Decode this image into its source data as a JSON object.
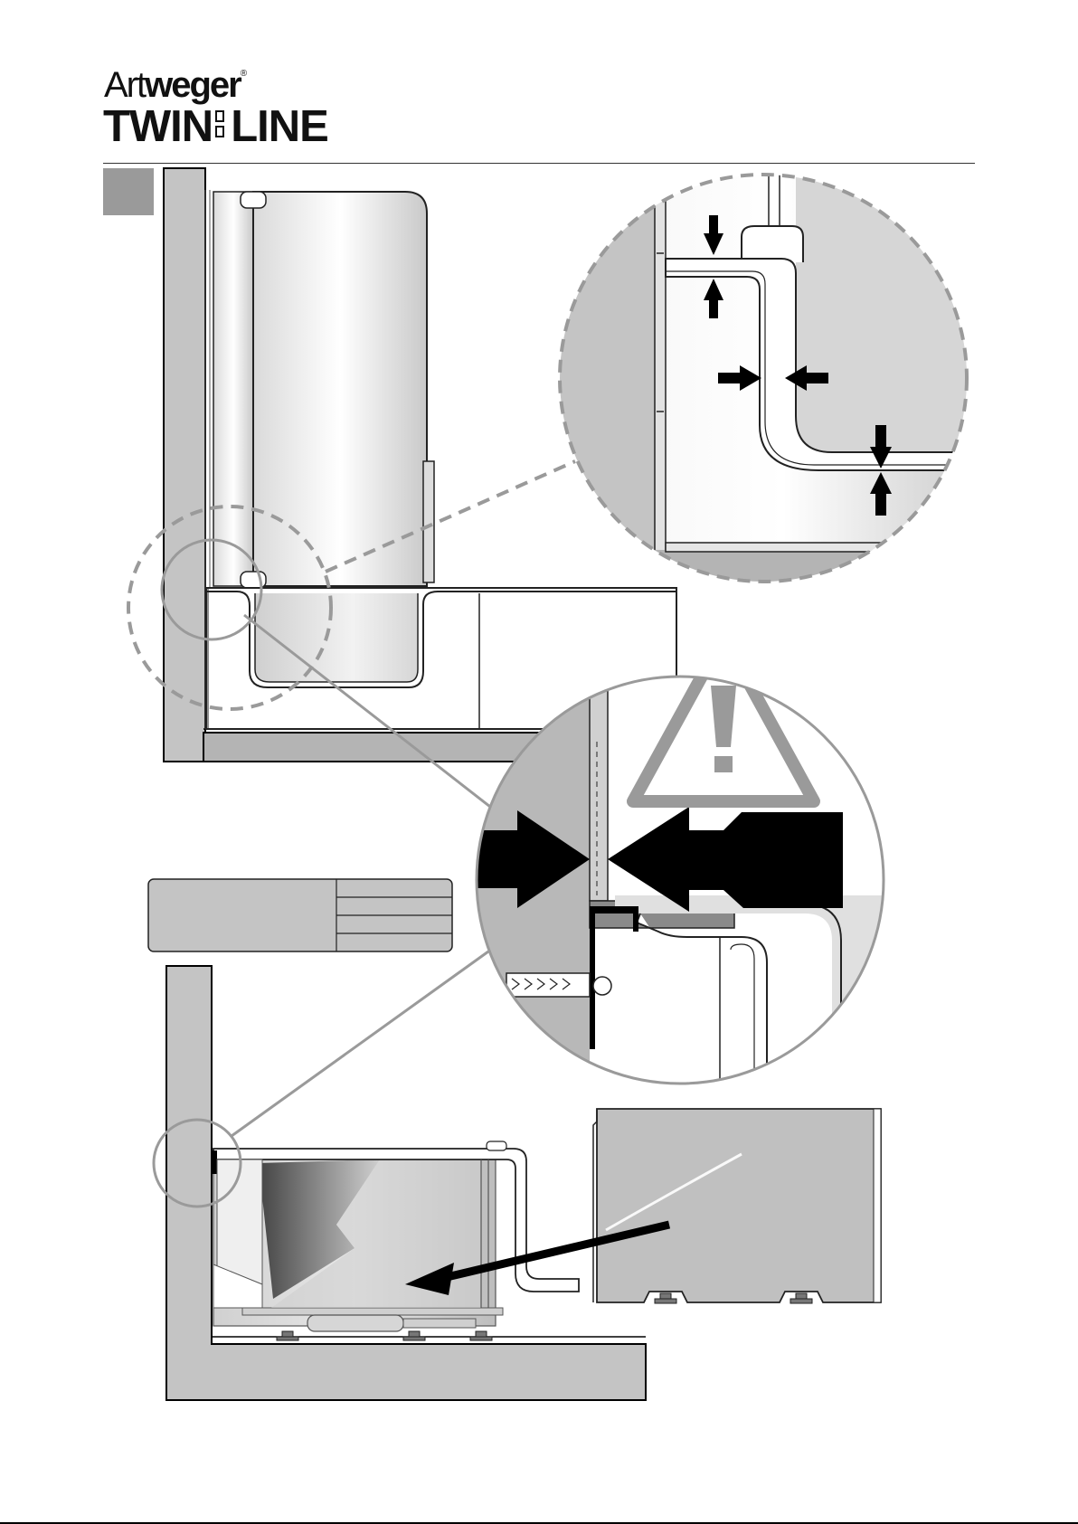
{
  "logo": {
    "brand_light": "Art",
    "brand_bold": "weger",
    "registered": "®",
    "product_left": "TWIN",
    "product_right": "LINE"
  },
  "colors": {
    "wall": "#c4c4c4",
    "floor": "#b4b4b4",
    "panel": "#c0c0c0",
    "tub_inner": "#e4e4e4",
    "dark": "#000000"
  },
  "icons": [
    "warning-icon",
    "arrow-icon"
  ]
}
